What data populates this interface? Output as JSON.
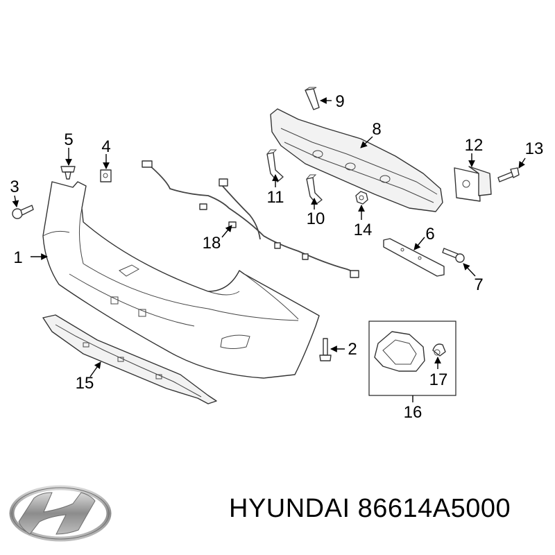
{
  "brand": {
    "name": "HYUNDAI",
    "part_number": "86614A5000",
    "logo_icon": "hyundai-logo-icon"
  },
  "callouts": [
    "1",
    "2",
    "3",
    "4",
    "5",
    "6",
    "7",
    "8",
    "9",
    "10",
    "11",
    "12",
    "13",
    "14",
    "15",
    "16",
    "17",
    "18"
  ],
  "colors": {
    "line": "#333333",
    "text": "#000000",
    "background": "#ffffff",
    "logo": "#8c8c8c"
  }
}
